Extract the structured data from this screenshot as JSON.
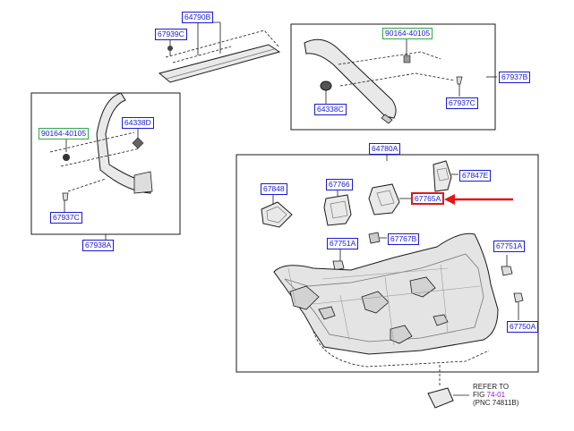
{
  "callouts": {
    "p64790B": "64790B",
    "p67939C": "67939C",
    "p90164_top": "90164-40105",
    "p67937B": "67937B",
    "p64338C_top": "64338C",
    "p67937C_top": "67937C",
    "p90164_left": "90164-40105",
    "p64338D": "64338D",
    "p67937C_left": "67937C",
    "p67938A": "67938A",
    "p64780A": "64780A",
    "p67847E": "67847E",
    "p67848": "67848",
    "p67766": "67766",
    "p67765A": "67765A",
    "p67751A_left": "67751A",
    "p67767B": "67767B",
    "p67751A_right": "67751A",
    "p67750A": "67750A"
  },
  "reference": {
    "line1": "REFER TO",
    "fig_prefix": "FIG ",
    "fig_link": "74-01",
    "line3": "(PNC 74811B)"
  },
  "colors": {
    "callout_blue": "#1a1ad0",
    "green_box": "#2ea84a",
    "highlight_red": "#e01818",
    "part_fill": "#e9e9e9",
    "line": "#1a1a1a"
  },
  "highlighted_part": "67765A"
}
